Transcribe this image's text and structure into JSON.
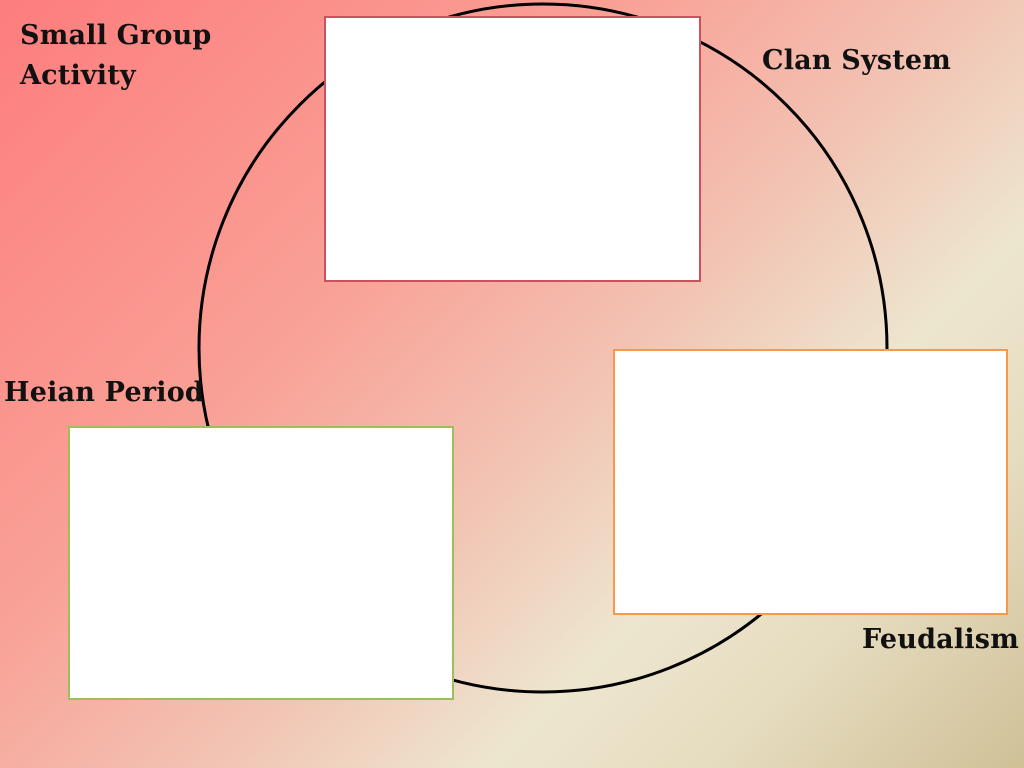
{
  "slide": {
    "title_line1": "Small Group",
    "title_line2": "Activity",
    "labels": {
      "clan_system": "Clan System",
      "heian_period": "Heian Period",
      "feudalism": "Feudalism"
    },
    "colors": {
      "box_top_border": "#c9525d",
      "box_right_border": "#f39a4f",
      "box_left_border": "#9cbf5c",
      "cycle_line": "#000000",
      "background_start": "#fd7d7d",
      "background_end": "#cfc096"
    }
  }
}
